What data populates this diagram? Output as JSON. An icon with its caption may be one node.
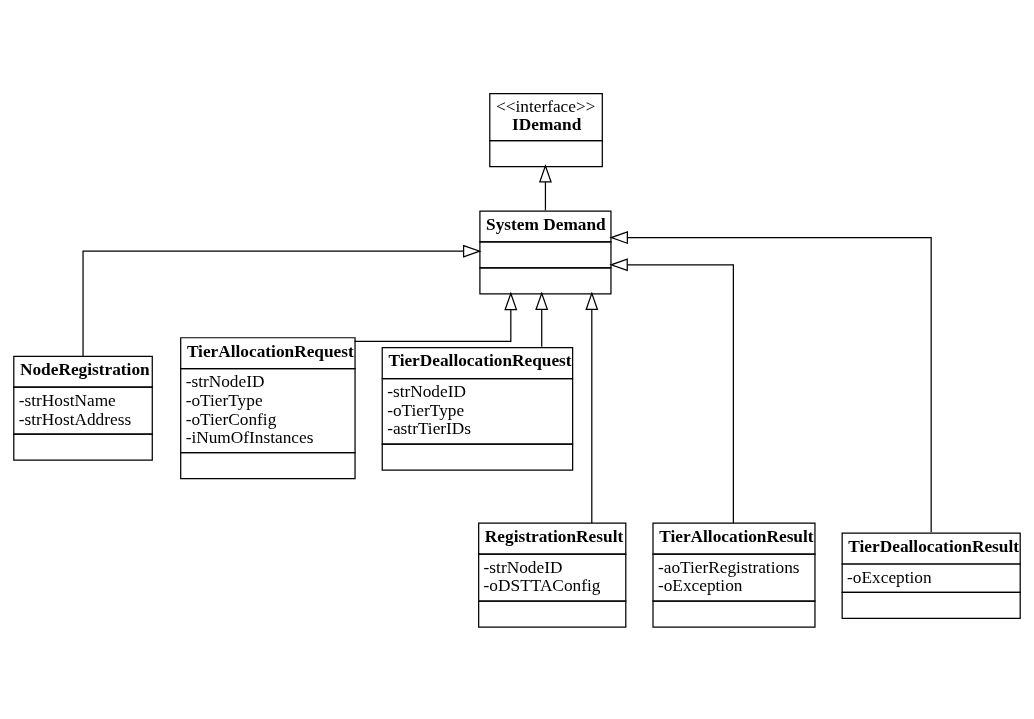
{
  "diagram": {
    "nodes": [
      {
        "text": [
          "<<interface>>",
          "IDemand"
        ]
      },
      {
        "text": [
          "System Demand"
        ]
      },
      {
        "text": [
          "NodeRegistration",
          "-strHostName",
          "-strHostAddress"
        ]
      },
      {
        "text": [
          "TierAllocationRequest",
          "-strNodeID",
          "-oTierType",
          "-oTierConfig",
          "-iNumOfInstances"
        ]
      },
      {
        "text": [
          "TierDeallocationRequest",
          "-strNodeID",
          "-oTierType",
          "-astrTierIDs"
        ]
      },
      {
        "text": [
          "RegistrationResult",
          "-strNodeID",
          "-oDSTTAConfig"
        ]
      },
      {
        "text": [
          "TierAllocationResult",
          "-aoTierRegistrations",
          "-oException"
        ]
      },
      {
        "text": [
          "TierDeallocationResult",
          "-oException"
        ]
      }
    ],
    "edges": [
      {
        "from": 1,
        "to": 0,
        "arrow": "to"
      },
      {
        "from": 2,
        "to": 1,
        "arrow": "to"
      },
      {
        "from": 5,
        "to": 1,
        "arrow": "to"
      },
      {
        "from": 3,
        "to": 1,
        "arrow": "to"
      },
      {
        "from": 6,
        "to": 1,
        "arrow": "to"
      },
      {
        "from": 7,
        "to": 1,
        "arrow": "to"
      },
      {
        "from": 4,
        "to": 1,
        "arrow": "to"
      }
    ]
  }
}
